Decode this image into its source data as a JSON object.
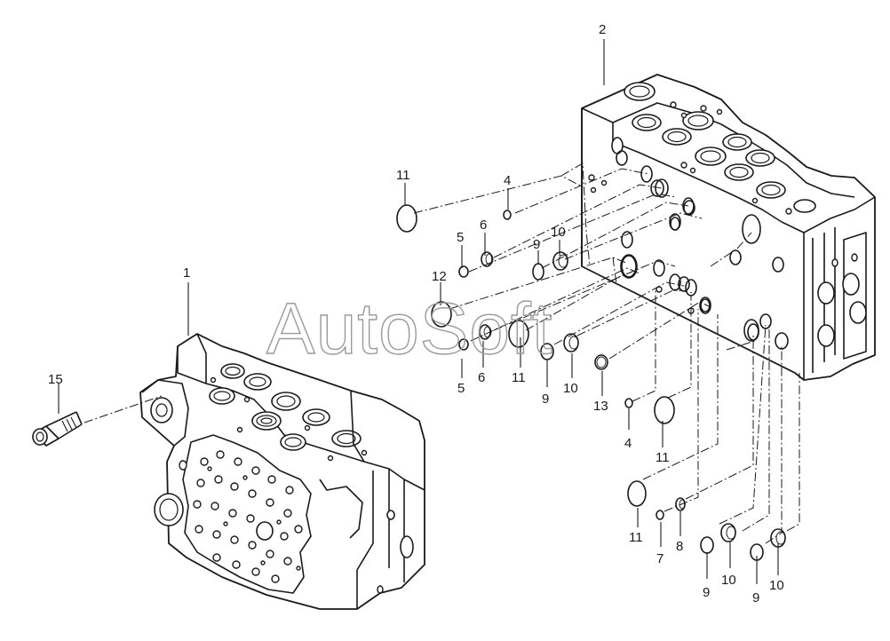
{
  "watermark": "AutoSoft",
  "callouts": {
    "c1": "1",
    "c2": "2",
    "c15": "15",
    "c11a": "11",
    "c4a": "4",
    "c5a": "5",
    "c6a": "6",
    "c9a": "9",
    "c10a": "10",
    "c12": "12",
    "c5b": "5",
    "c6b": "6",
    "c11b": "11",
    "c9b": "9",
    "c10b": "10",
    "c13": "13",
    "c4b": "4",
    "c11c": "11",
    "c11d": "11",
    "c7": "7",
    "c8": "8",
    "c9c": "9",
    "c10c": "10",
    "c9d": "9",
    "c10d": "10"
  }
}
